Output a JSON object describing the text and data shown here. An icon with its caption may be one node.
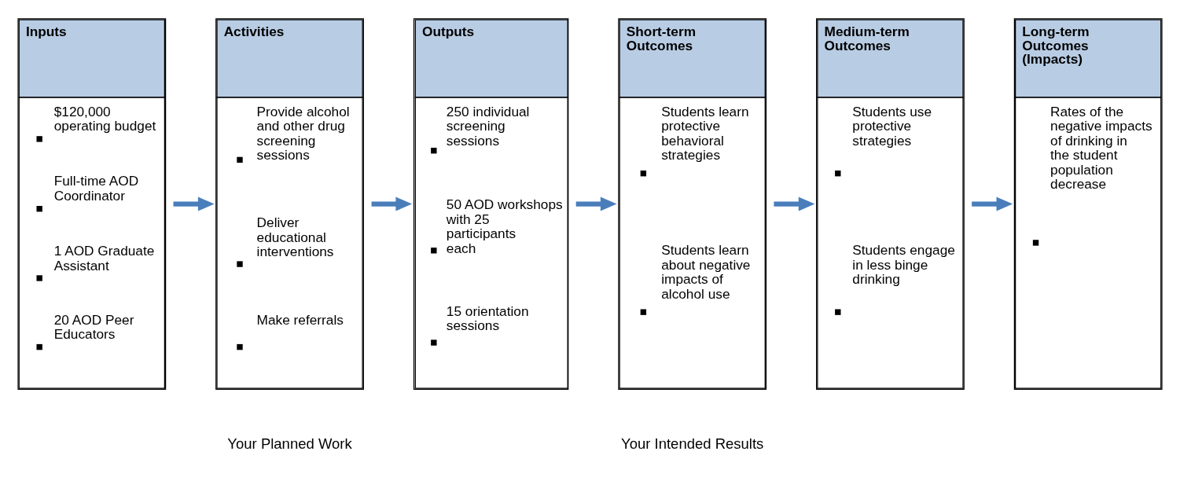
{
  "diagram": {
    "nodes": [
      {
        "text": [
          "Inputs",
          "$120,000 operating budget",
          "Full-time AOD Coordinator",
          "1 AOD Graduate Assistant",
          "20 AOD Peer Educators"
        ]
      },
      {
        "text": [
          "Activities",
          "Provide alcohol and other drug screening sessions",
          "Deliver educational interventions",
          "Make referrals"
        ]
      },
      {
        "text": [
          "Outputs",
          "250 individual screening sessions",
          "50 AOD workshops with 25 participants each",
          "15 orientation sessions"
        ]
      },
      {
        "text": [
          "Short-term Outcomes",
          "Students learn protective behavioral strategies",
          "Students learn about negative impacts of alcohol use"
        ]
      },
      {
        "text": [
          "Medium-term Outcomes",
          "Students use protective strategies",
          "Students engage in less binge drinking"
        ]
      },
      {
        "text": [
          "Long-term Outcomes (Impacts)",
          "Rates of the negative impacts of drinking in the student population decrease"
        ]
      }
    ],
    "edges": [
      {
        "from": 0,
        "to": 1,
        "arrow": "to"
      },
      {
        "from": 1,
        "to": 2,
        "arrow": "to"
      },
      {
        "from": 2,
        "to": 3,
        "arrow": "to"
      },
      {
        "from": 3,
        "to": 4,
        "arrow": "to"
      },
      {
        "from": 4,
        "to": 5,
        "arrow": "to"
      }
    ],
    "labels": [
      "Your Planned Work",
      "Your Intended Results"
    ]
  }
}
